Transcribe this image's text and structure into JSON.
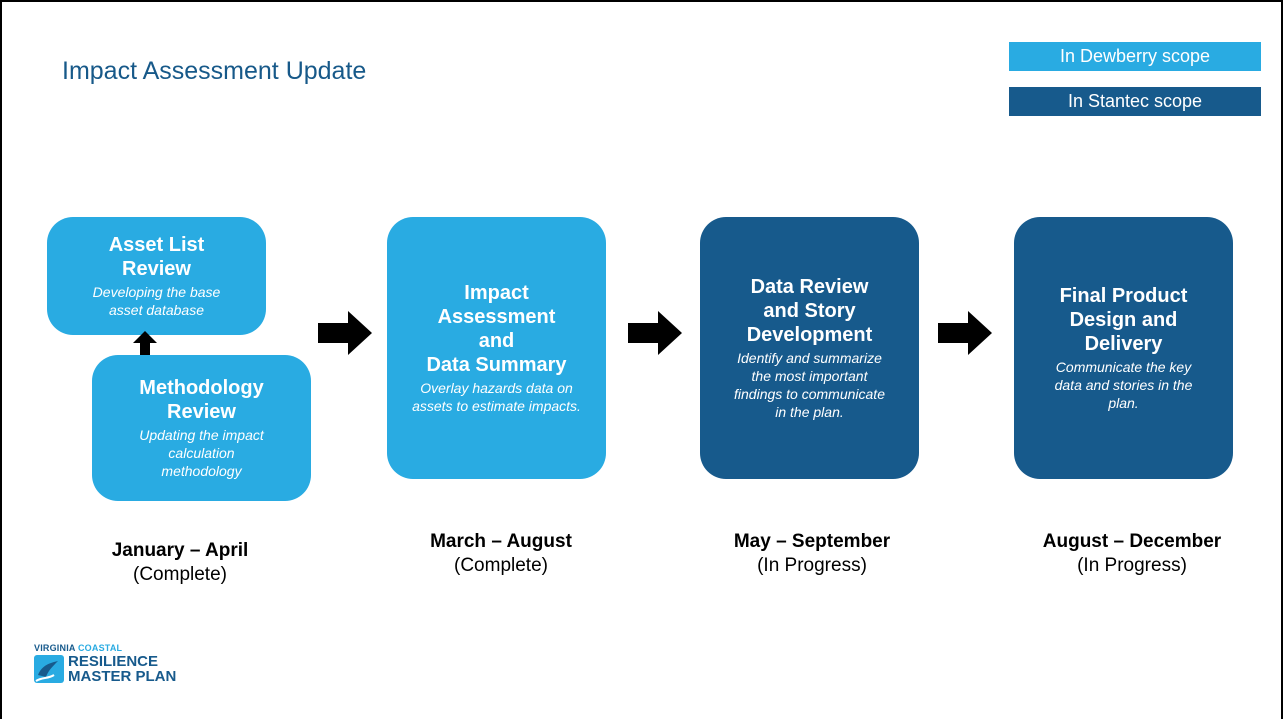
{
  "title": "Impact Assessment Update",
  "legend": {
    "dewberry": "In Dewberry scope",
    "stantec": "In Stantec scope",
    "dewberry_color": "#29abe2",
    "stantec_color": "#175a8c"
  },
  "stages": [
    {
      "boxes": [
        {
          "heading": "Asset List Review",
          "desc": "Developing the base asset database",
          "scope": "dewberry"
        },
        {
          "heading": "Methodology Review",
          "desc": "Updating the impact calculation methodology",
          "scope": "dewberry"
        }
      ],
      "date": "January – April",
      "status": "(Complete)"
    },
    {
      "boxes": [
        {
          "heading_lines": [
            "Impact",
            "Assessment",
            "and",
            "Data Summary"
          ],
          "desc": "Overlay hazards data on assets to estimate impacts.",
          "scope": "dewberry"
        }
      ],
      "date": "March – August",
      "status": "(Complete)"
    },
    {
      "boxes": [
        {
          "heading_lines": [
            "Data Review",
            "and Story",
            "Development"
          ],
          "desc": "Identify and summarize the most important findings to communicate in the plan.",
          "scope": "stantec"
        }
      ],
      "date": "May – September",
      "status": "(In Progress)"
    },
    {
      "boxes": [
        {
          "heading_lines": [
            "Final Product",
            "Design and",
            "Delivery"
          ],
          "desc": "Communicate the key data and stories in the plan.",
          "scope": "stantec"
        }
      ],
      "date": "August – December",
      "status": "(In Progress)"
    }
  ],
  "logo": {
    "line1a": "VIRGINIA",
    "line1b": "COASTAL",
    "line2": "RESILIENCE",
    "line3": "MASTER PLAN"
  }
}
